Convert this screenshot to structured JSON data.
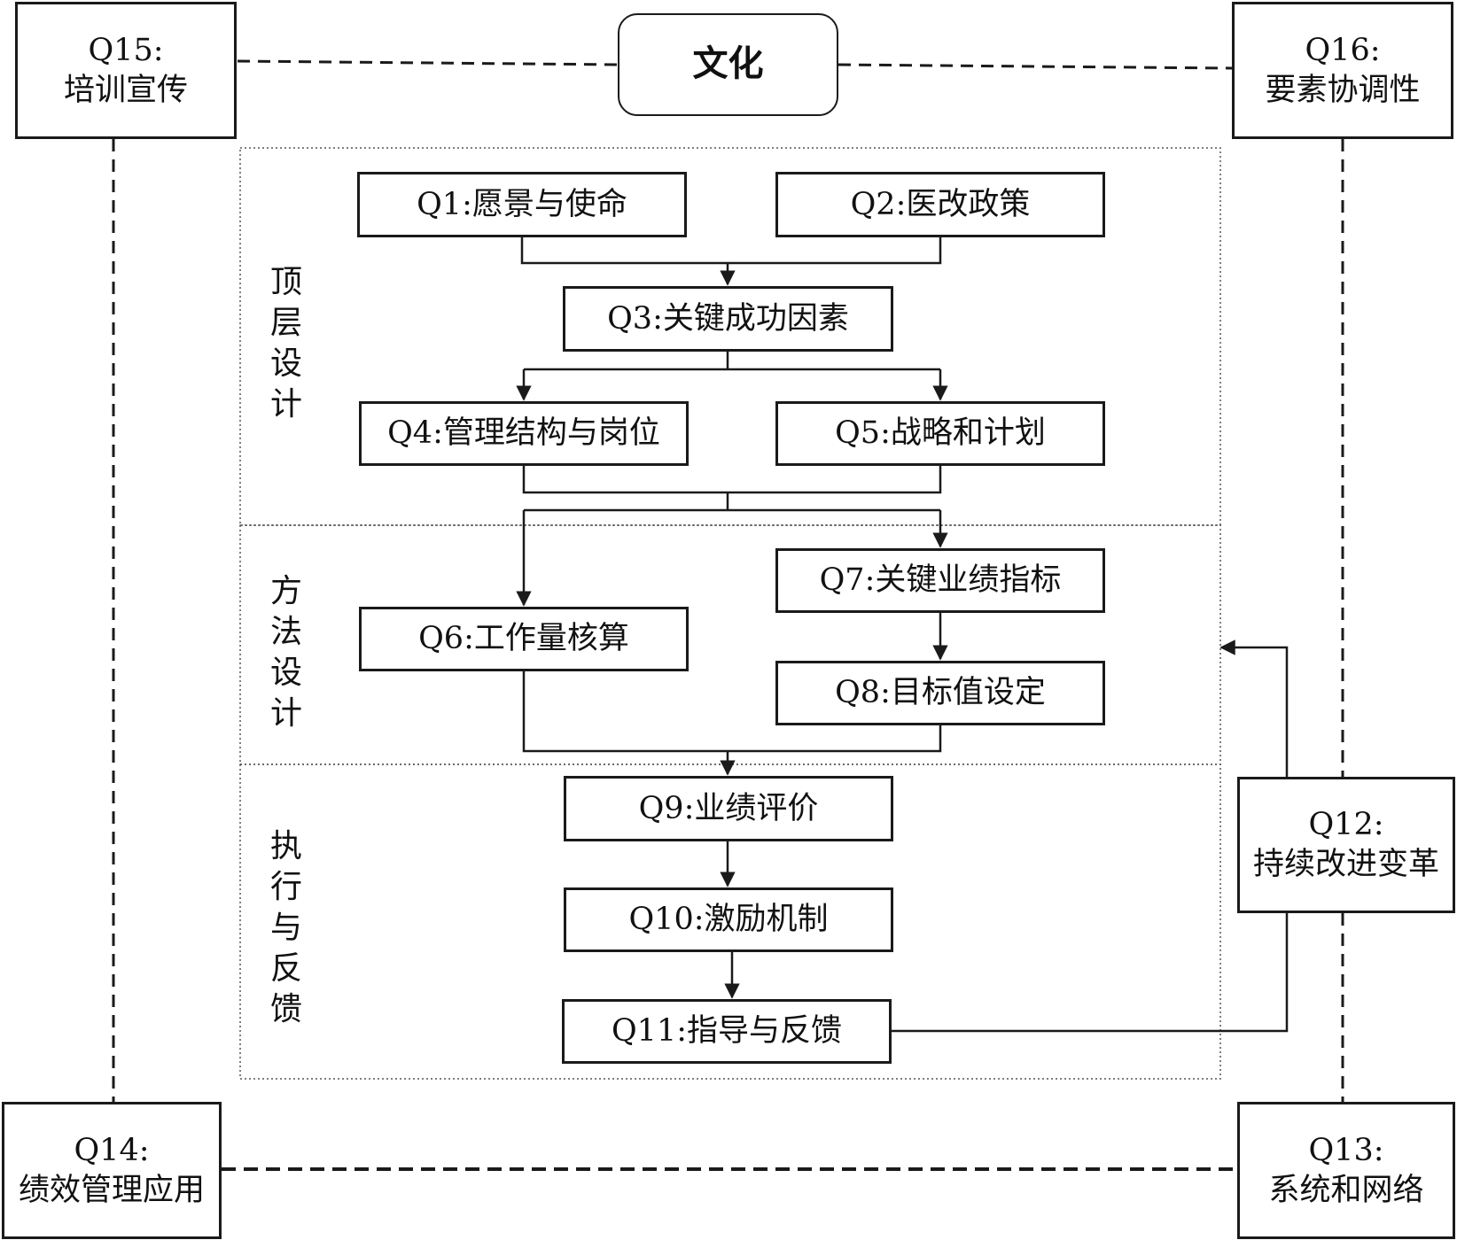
{
  "culture": "文化",
  "sections": {
    "top": [
      "顶",
      "层",
      "设",
      "计"
    ],
    "method": [
      "方",
      "法",
      "设",
      "计"
    ],
    "exec": [
      "执",
      "行",
      "与",
      "反",
      "馈"
    ]
  },
  "nodes": {
    "q1": "Q1:愿景与使命",
    "q2": "Q2:医改政策",
    "q3": "Q3:关键成功因素",
    "q4": "Q4:管理结构与岗位",
    "q5": "Q5:战略和计划",
    "q6": "Q6:工作量核算",
    "q7": "Q7:关键业绩指标",
    "q8": "Q8:目标值设定",
    "q9": "Q9:业绩评价",
    "q10": "Q10:激励机制",
    "q11": "Q11:指导与反馈",
    "q12": {
      "code": "Q12:",
      "label": "持续改进变革"
    },
    "q13": {
      "code": "Q13:",
      "label": "系统和网络"
    },
    "q14": {
      "code": "Q14:",
      "label": "绩效管理应用"
    },
    "q15": {
      "code": "Q15:",
      "label": "培训宣传"
    },
    "q16": {
      "code": "Q16:",
      "label": "要素协调性"
    }
  },
  "colors": {
    "line": "#1a1a1a",
    "dotted_border": "#555555"
  }
}
